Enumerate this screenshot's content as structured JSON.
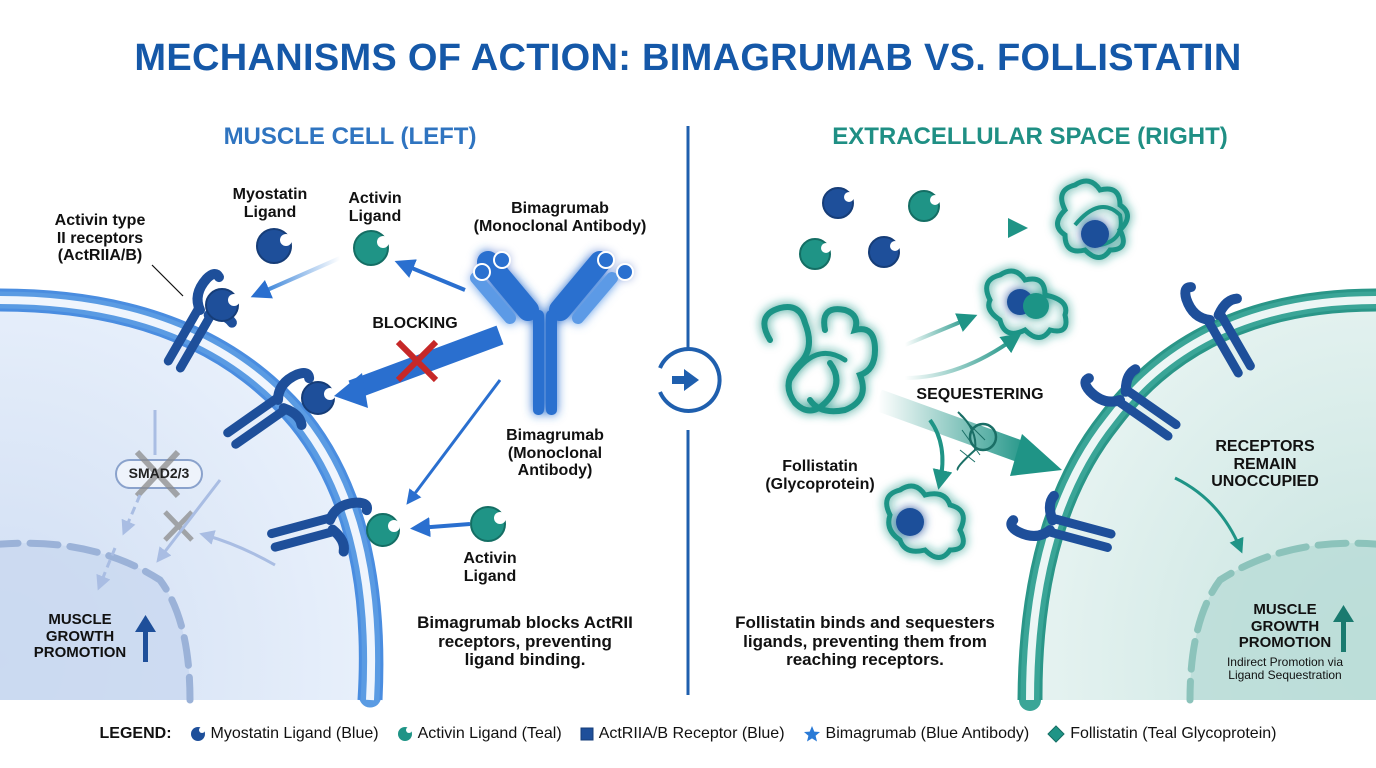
{
  "title": "MECHANISMS OF ACTION: BIMAGRUMAB VS. FOLLISTATIN",
  "left_panel": {
    "heading": "MUSCLE CELL (LEFT)",
    "labels": {
      "receptor": "Activin type\nII receptors\n(ActRIIA/B)",
      "myostatin": "Myostatin\nLigand",
      "activin_top": "Activin\nLigand",
      "antibody_top": "Bimagrumab\n(Monoclonal Antibody)",
      "blocking": "BLOCKING",
      "antibody_mid": "Bimagrumab\n(Monoclonal\nAntibody)",
      "activin_bottom": "Activin\nLigand",
      "smad": "SMAD2/3",
      "growth": "MUSCLE\nGROWTH\nPROMOTION"
    },
    "description": "Bimagrumab blocks ActRII\nreceptors, preventing\nligand binding."
  },
  "divider": {
    "icon": "arrow-right-circle-icon"
  },
  "right_panel": {
    "heading": "EXTRACELLULAR SPACE (RIGHT)",
    "labels": {
      "follistatin": "Follistatin\n(Glycoprotein)",
      "sequestering": "SEQUESTERING",
      "receptors_status": "RECEPTORS\nREMAIN\nUNOCCUPIED",
      "growth": "MUSCLE\nGROWTH\nPROMOTION",
      "growth_note": "Indirect Promotion via\nLigand Sequestration"
    },
    "description": "Follistatin binds and sequesters\nligands, preventing them from\nreaching receptors."
  },
  "legend": {
    "title": "LEGEND:",
    "items": [
      {
        "icon": "myostatin-ligand-icon",
        "label": "Myostatin Ligand (Blue)",
        "color": "#1e4f9a"
      },
      {
        "icon": "activin-ligand-icon",
        "label": "Activin Ligand (Teal)",
        "color": "#1f9486"
      },
      {
        "icon": "receptor-square-icon",
        "label": "ActRIIA/B Receptor (Blue)",
        "color": "#1e4f9a"
      },
      {
        "icon": "antibody-star-icon",
        "label": "Bimagrumab (Blue Antibody)",
        "color": "#2a7ad6"
      },
      {
        "icon": "follistatin-diamond-icon",
        "label": "Follistatin (Teal Glycoprotein)",
        "color": "#1f9486"
      }
    ]
  },
  "colors": {
    "title_blue": "#1558a8",
    "blue_dark": "#1e4f9a",
    "blue_bright": "#2a7ad6",
    "teal": "#1f9486",
    "teal_heading": "#1f8f84",
    "cross_red": "#c62828",
    "cell_blue_fill": "#e3edf9",
    "cell_teal_fill": "#dff0ee"
  }
}
